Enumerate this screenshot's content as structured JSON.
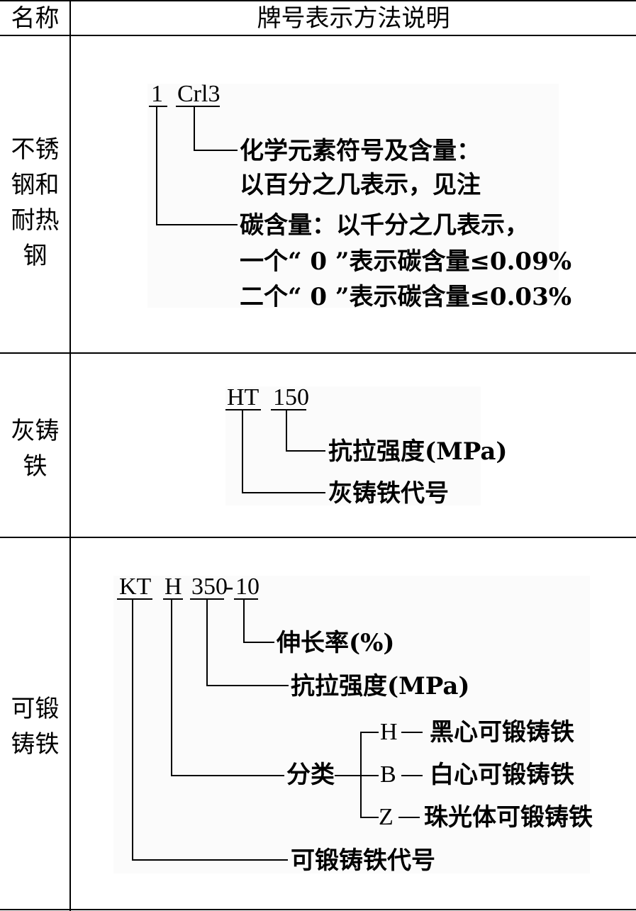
{
  "header": {
    "name_col": "名称",
    "desc_col": "牌号表示方法说明"
  },
  "rows": [
    {
      "name_lines": [
        "不锈",
        "钢和",
        "耐热",
        "钢"
      ],
      "code_parts": [
        "1",
        "Crl3"
      ],
      "labels": {
        "element": "化学元素符号及含量：",
        "element_note": "以百分之几表示，见注",
        "carbon": "碳含量：以千分之几表示，",
        "carbon_one_zero": "一个“ 0 ”表示碳含量≤0.09%",
        "carbon_two_zero": "二个“ 0 ”表示碳含量≤0.03%"
      }
    },
    {
      "name_lines": [
        "灰铸",
        "铁"
      ],
      "code_parts": [
        "HT",
        "150"
      ],
      "labels": {
        "tensile": "抗拉强度(MPa)",
        "code": "灰铸铁代号"
      }
    },
    {
      "name_lines": [
        "可锻",
        "铸铁"
      ],
      "code_parts": [
        "KT",
        "H",
        "350",
        "-",
        "10"
      ],
      "labels": {
        "elongation": "伸长率(%)",
        "tensile": "抗拉强度(MPa)",
        "classify": "分类",
        "h_code": "H",
        "h_label": "黑心可锻铸铁",
        "b_code": "B",
        "b_label": "白心可锻铸铁",
        "z_code": "Z",
        "z_label": "珠光体可锻铸铁",
        "code": "可锻铸铁代号"
      }
    }
  ]
}
